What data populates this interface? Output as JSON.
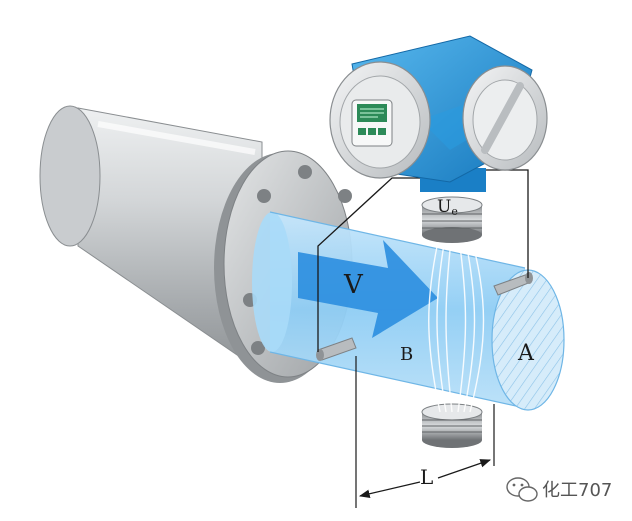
{
  "labels": {
    "velocity": "V",
    "voltage_main": "U",
    "voltage_sub": "e",
    "magnetic_field": "B",
    "area": "A",
    "length": "L"
  },
  "watermark": {
    "text": "化工707",
    "icon": "wechat-icon"
  },
  "colors": {
    "transmitter_blue": "#1f93d6",
    "flow_arrow_blue": "#2e8fe0",
    "pipe_water": "#9fd4f5",
    "flange_gray": "#b6babd",
    "line_black": "#1a1a1a"
  },
  "display": {
    "screen_lines": 3,
    "buttons": 3
  }
}
